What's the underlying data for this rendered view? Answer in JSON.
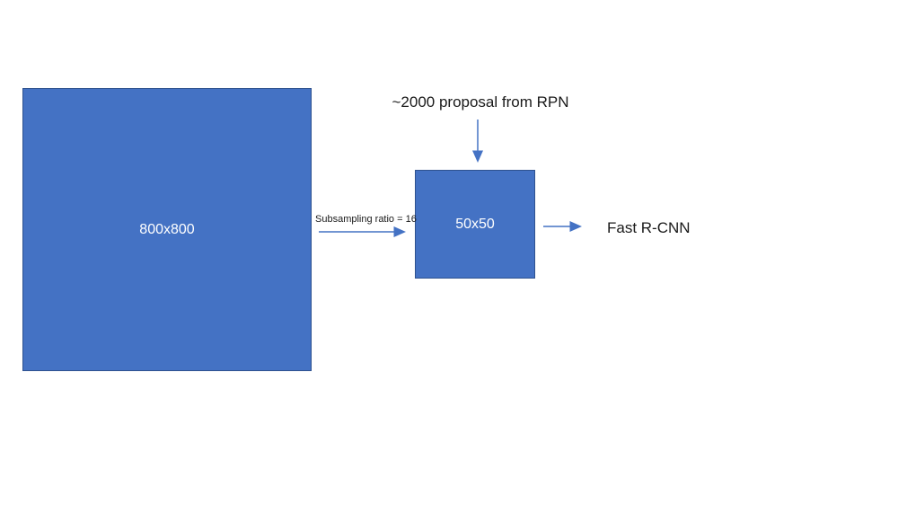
{
  "diagram": {
    "input_box_label": "800x800",
    "feature_box_label": "50x50",
    "proposals_label": "~2000 proposal from RPN",
    "subsampling_label": "Subsampling ratio = 16",
    "output_label": "Fast R-CNN",
    "colors": {
      "box_fill": "#4472C4",
      "box_border": "#2F528F",
      "arrow": "#4472C4",
      "text": "#1a1a1a",
      "box_text": "#ffffff",
      "background": "#ffffff"
    }
  }
}
